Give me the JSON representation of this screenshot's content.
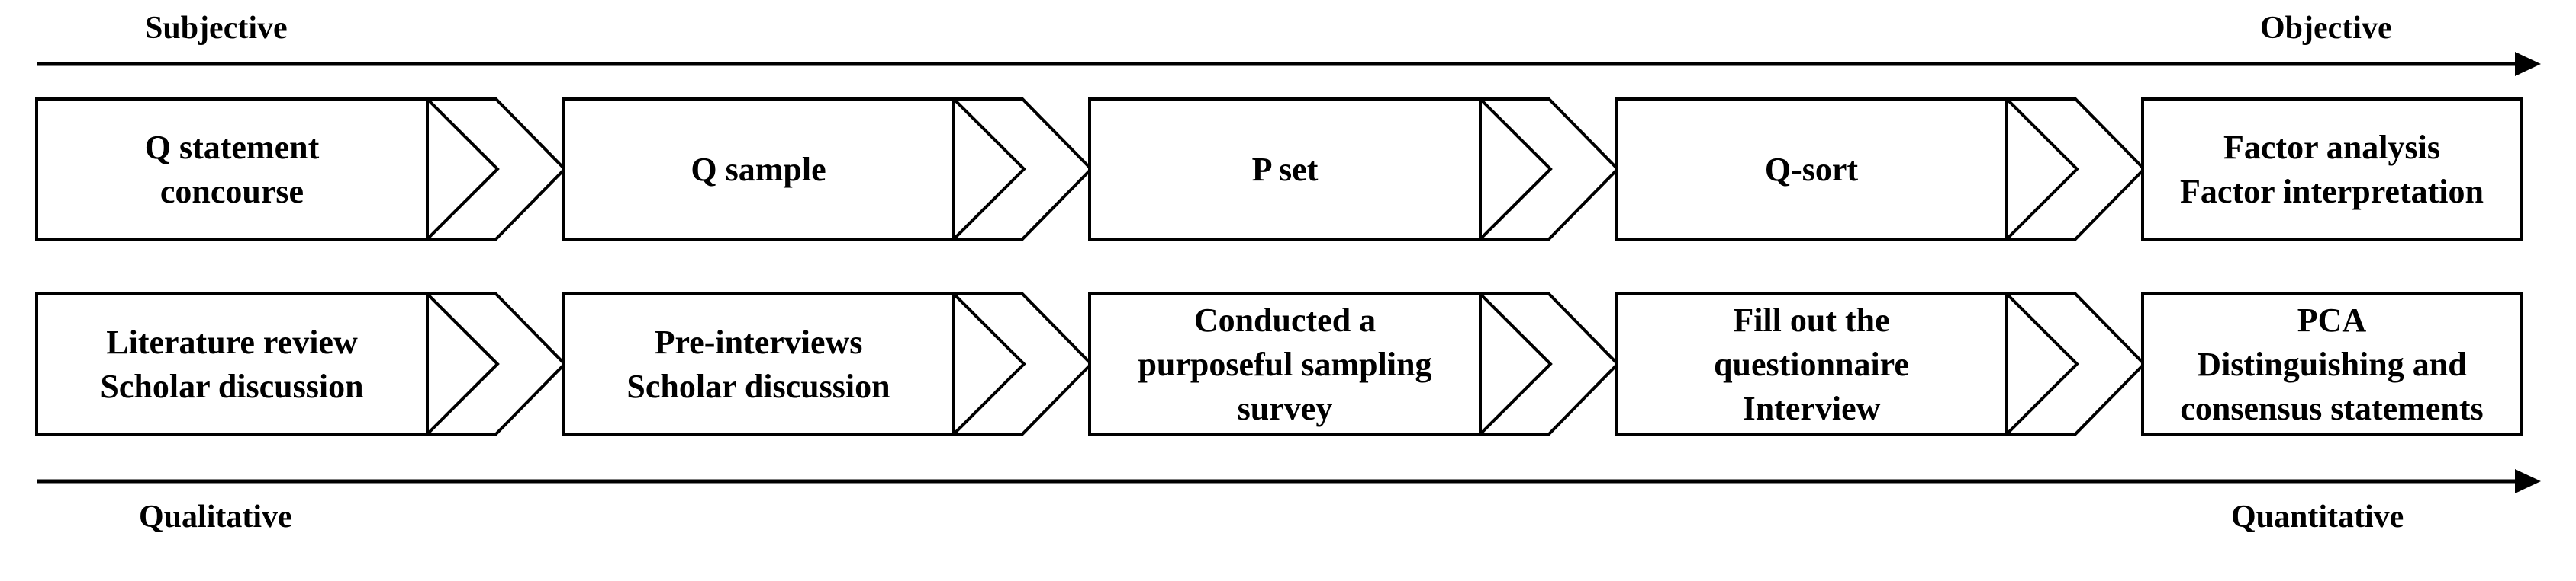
{
  "axes": {
    "top": {
      "left_label": "Subjective",
      "right_label": "Objective"
    },
    "bottom": {
      "left_label": "Qualitative",
      "right_label": "Quantitative"
    }
  },
  "rows": [
    {
      "steps": [
        {
          "lines": [
            "Q statement",
            "concourse"
          ]
        },
        {
          "lines": [
            "Q sample"
          ]
        },
        {
          "lines": [
            "P set"
          ]
        },
        {
          "lines": [
            "Q-sort"
          ]
        },
        {
          "lines": [
            "Factor analysis",
            "Factor interpretation"
          ]
        }
      ]
    },
    {
      "steps": [
        {
          "lines": [
            "Literature review",
            "Scholar discussion"
          ]
        },
        {
          "lines": [
            "Pre-interviews",
            "Scholar discussion"
          ]
        },
        {
          "lines": [
            "Conducted a",
            "purposeful sampling",
            "survey"
          ]
        },
        {
          "lines": [
            "Fill out the",
            "questionnaire",
            "Interview"
          ]
        },
        {
          "lines": [
            "PCA",
            "Distinguishing and",
            "consensus statements"
          ]
        }
      ]
    }
  ],
  "colors": {
    "stroke": "#000000",
    "fill": "#ffffff",
    "text": "#000000"
  }
}
